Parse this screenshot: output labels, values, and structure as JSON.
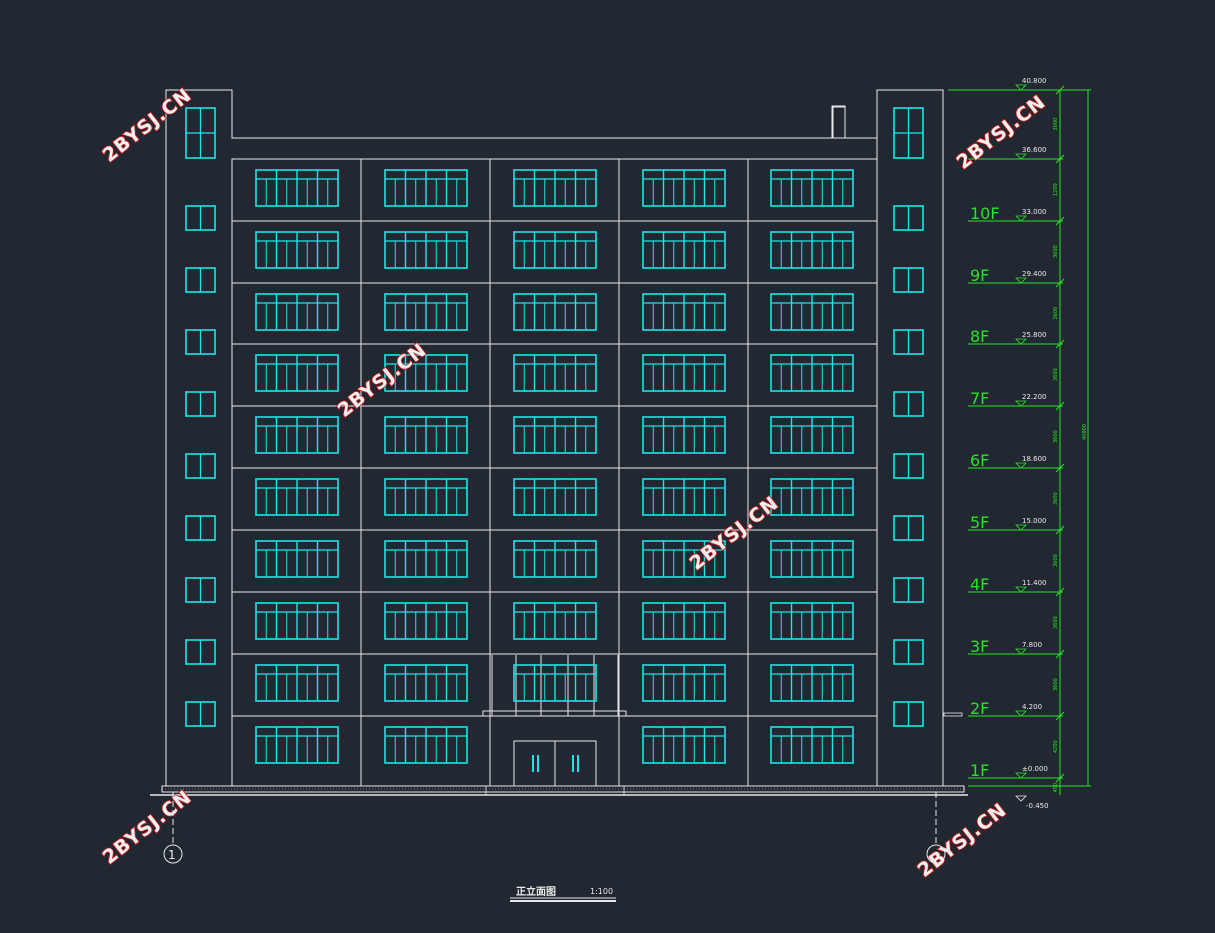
{
  "drawing": {
    "title": "正立面图",
    "scale": "1:100",
    "axis_left": "1",
    "axis_right": "",
    "total_height_dim": "40800"
  },
  "watermark": "2BYSJ.CN",
  "floors": [
    {
      "label": "1F",
      "elev": "±0.000"
    },
    {
      "label": "2F",
      "elev": "4.200"
    },
    {
      "label": "3F",
      "elev": "7.800"
    },
    {
      "label": "4F",
      "elev": "11.400"
    },
    {
      "label": "5F",
      "elev": "15.000"
    },
    {
      "label": "6F",
      "elev": "18.600"
    },
    {
      "label": "7F",
      "elev": "22.200"
    },
    {
      "label": "8F",
      "elev": "25.800"
    },
    {
      "label": "9F",
      "elev": "29.400"
    },
    {
      "label": "10F",
      "elev": "33.000"
    }
  ],
  "top_levels": [
    {
      "label": "",
      "elev": "36.600"
    },
    {
      "label": "",
      "elev": "40.800"
    }
  ],
  "ground_level": {
    "elev": "-0.450"
  },
  "segment_dims": [
    "450",
    "4200",
    "3600",
    "3600",
    "3600",
    "3600",
    "3600",
    "3600",
    "3600",
    "3600",
    "1200",
    "3000"
  ],
  "colors": {
    "background": "#222831",
    "outline": "#e8e8e8",
    "window": "#19e6e6",
    "dimension": "#27e327",
    "watermark_stroke": "#d11a1a"
  }
}
